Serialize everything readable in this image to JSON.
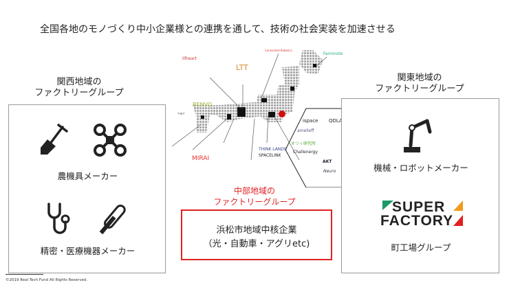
{
  "header": {
    "title": "全国各地のモノづくり中小企業様との連携を通して、技術の社会実装を加速させる"
  },
  "kansai": {
    "label_line1": "関西地域の",
    "label_line2": "ファクトリーグループ",
    "item1": "農機具メーカー",
    "item2": "精密・医療機器メーカー"
  },
  "kanto": {
    "label_line1": "関東地域の",
    "label_line2": "ファクトリーグループ",
    "item1": "機械・ロボットメーカー",
    "logo_line1": "SUPER",
    "logo_line2": "FACTORY",
    "item2": "町工場グループ"
  },
  "chubu": {
    "label_line1": "中部地域の",
    "label_line2": "ファクトリーグループ",
    "line1": "浜松市地域中核企業",
    "line2": "（光・自動車・アグリetc)"
  },
  "map_logos": [
    "illheart",
    "LTT",
    "RENVO",
    "MIRAI",
    "THINK LANDS",
    "SPACELINK",
    "ispace",
    "QDLA",
    "amelieff",
    "Challenergy",
    "Neuro",
    "Farmnote",
    "オリィ研究所",
    "AKT",
    "Connected Robotics"
  ],
  "colors": {
    "accent_red": "#e02020",
    "sf_green": "#1a9a6a",
    "sf_orange": "#f29a1a",
    "sf_red": "#e02020"
  },
  "footer": {
    "copyright": "©2019 Real Tech Fund All Rights Reserved."
  }
}
